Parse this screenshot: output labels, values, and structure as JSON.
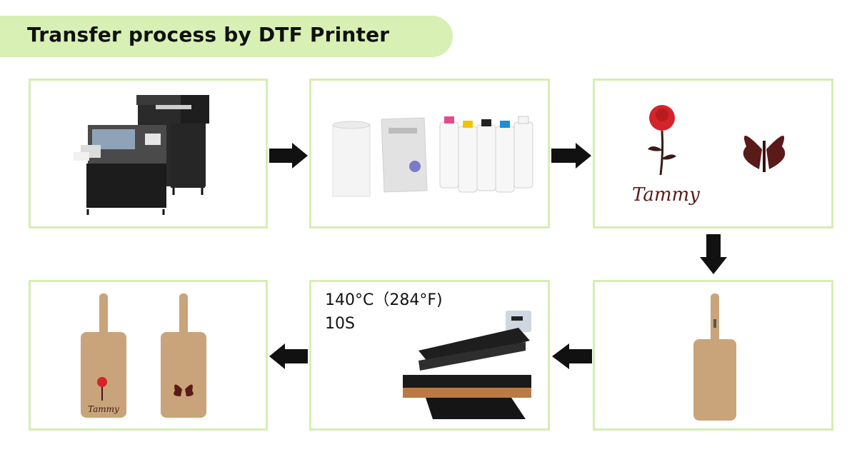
{
  "title": "Transfer process by DTF Printer",
  "colors": {
    "title_background": "#d8f0b4",
    "box_border": "#d6eeb0",
    "arrow": "#111111",
    "print_rose_red": "#d4242a",
    "print_dark": "#5a1a1a",
    "cork": "#c9a47a"
  },
  "steps": [
    {
      "id": "printer",
      "icon": "dtf-printer-image"
    },
    {
      "id": "consumables",
      "icon": "film-powder-ink-image"
    },
    {
      "id": "printed-design",
      "icon": "rose-butterfly-design-image",
      "design_text": "Tammy"
    },
    {
      "id": "blank-tag",
      "icon": "blank-cork-luggage-tag-image"
    },
    {
      "id": "heat-press",
      "icon": "heat-press-image",
      "temperature": "140°C（284°F)",
      "time": "10S"
    },
    {
      "id": "finished-tags",
      "icon": "finished-cork-tags-image",
      "design_text": "Tammy"
    }
  ]
}
